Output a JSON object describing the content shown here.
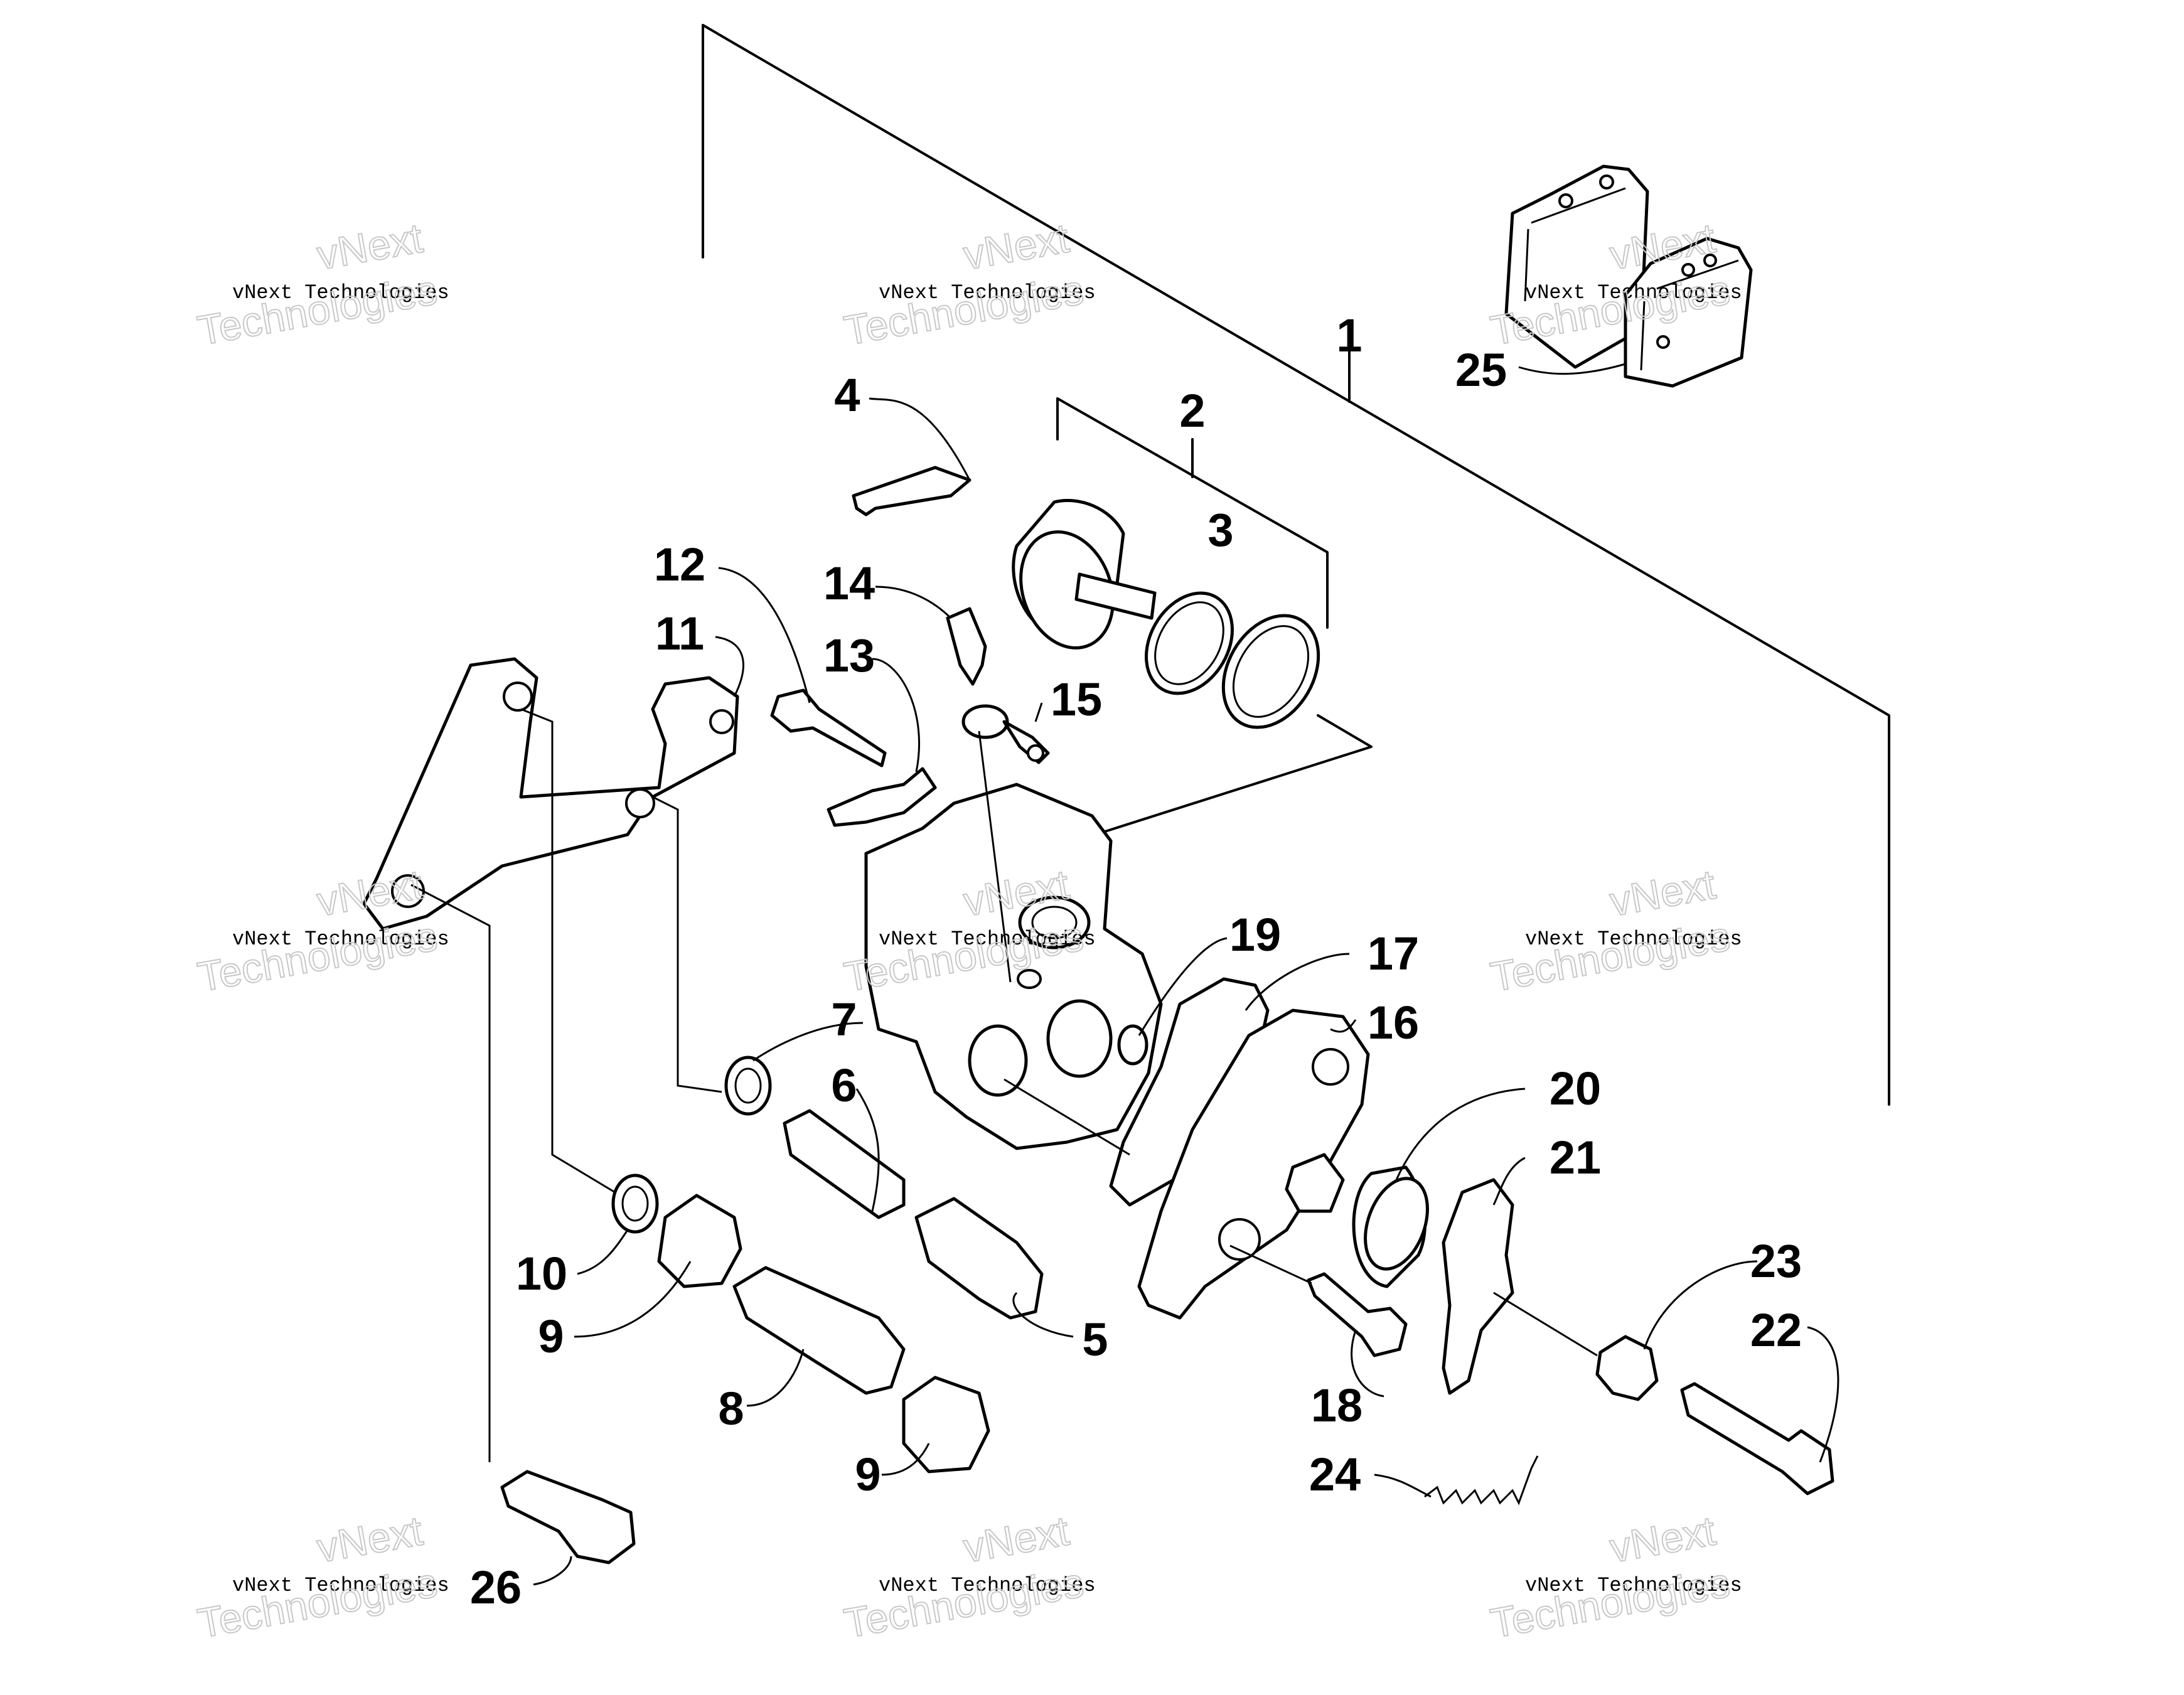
{
  "diagram": {
    "callouts": [
      {
        "id": "c1",
        "label": "1"
      },
      {
        "id": "c2",
        "label": "2"
      },
      {
        "id": "c3",
        "label": "3"
      },
      {
        "id": "c4",
        "label": "4"
      },
      {
        "id": "c5",
        "label": "5"
      },
      {
        "id": "c6",
        "label": "6"
      },
      {
        "id": "c7",
        "label": "7"
      },
      {
        "id": "c8",
        "label": "8"
      },
      {
        "id": "c9a",
        "label": "9"
      },
      {
        "id": "c9b",
        "label": "9"
      },
      {
        "id": "c10",
        "label": "10"
      },
      {
        "id": "c11",
        "label": "11"
      },
      {
        "id": "c12",
        "label": "12"
      },
      {
        "id": "c13",
        "label": "13"
      },
      {
        "id": "c14",
        "label": "14"
      },
      {
        "id": "c15",
        "label": "15"
      },
      {
        "id": "c16",
        "label": "16"
      },
      {
        "id": "c17",
        "label": "17"
      },
      {
        "id": "c18",
        "label": "18"
      },
      {
        "id": "c19",
        "label": "19"
      },
      {
        "id": "c20",
        "label": "20"
      },
      {
        "id": "c21",
        "label": "21"
      },
      {
        "id": "c22",
        "label": "22"
      },
      {
        "id": "c23",
        "label": "23"
      },
      {
        "id": "c24",
        "label": "24"
      },
      {
        "id": "c25",
        "label": "25"
      },
      {
        "id": "c26",
        "label": "26"
      }
    ]
  },
  "watermark": {
    "brand": "vNext",
    "line": "vNext Technologies",
    "big": "Technologies"
  }
}
